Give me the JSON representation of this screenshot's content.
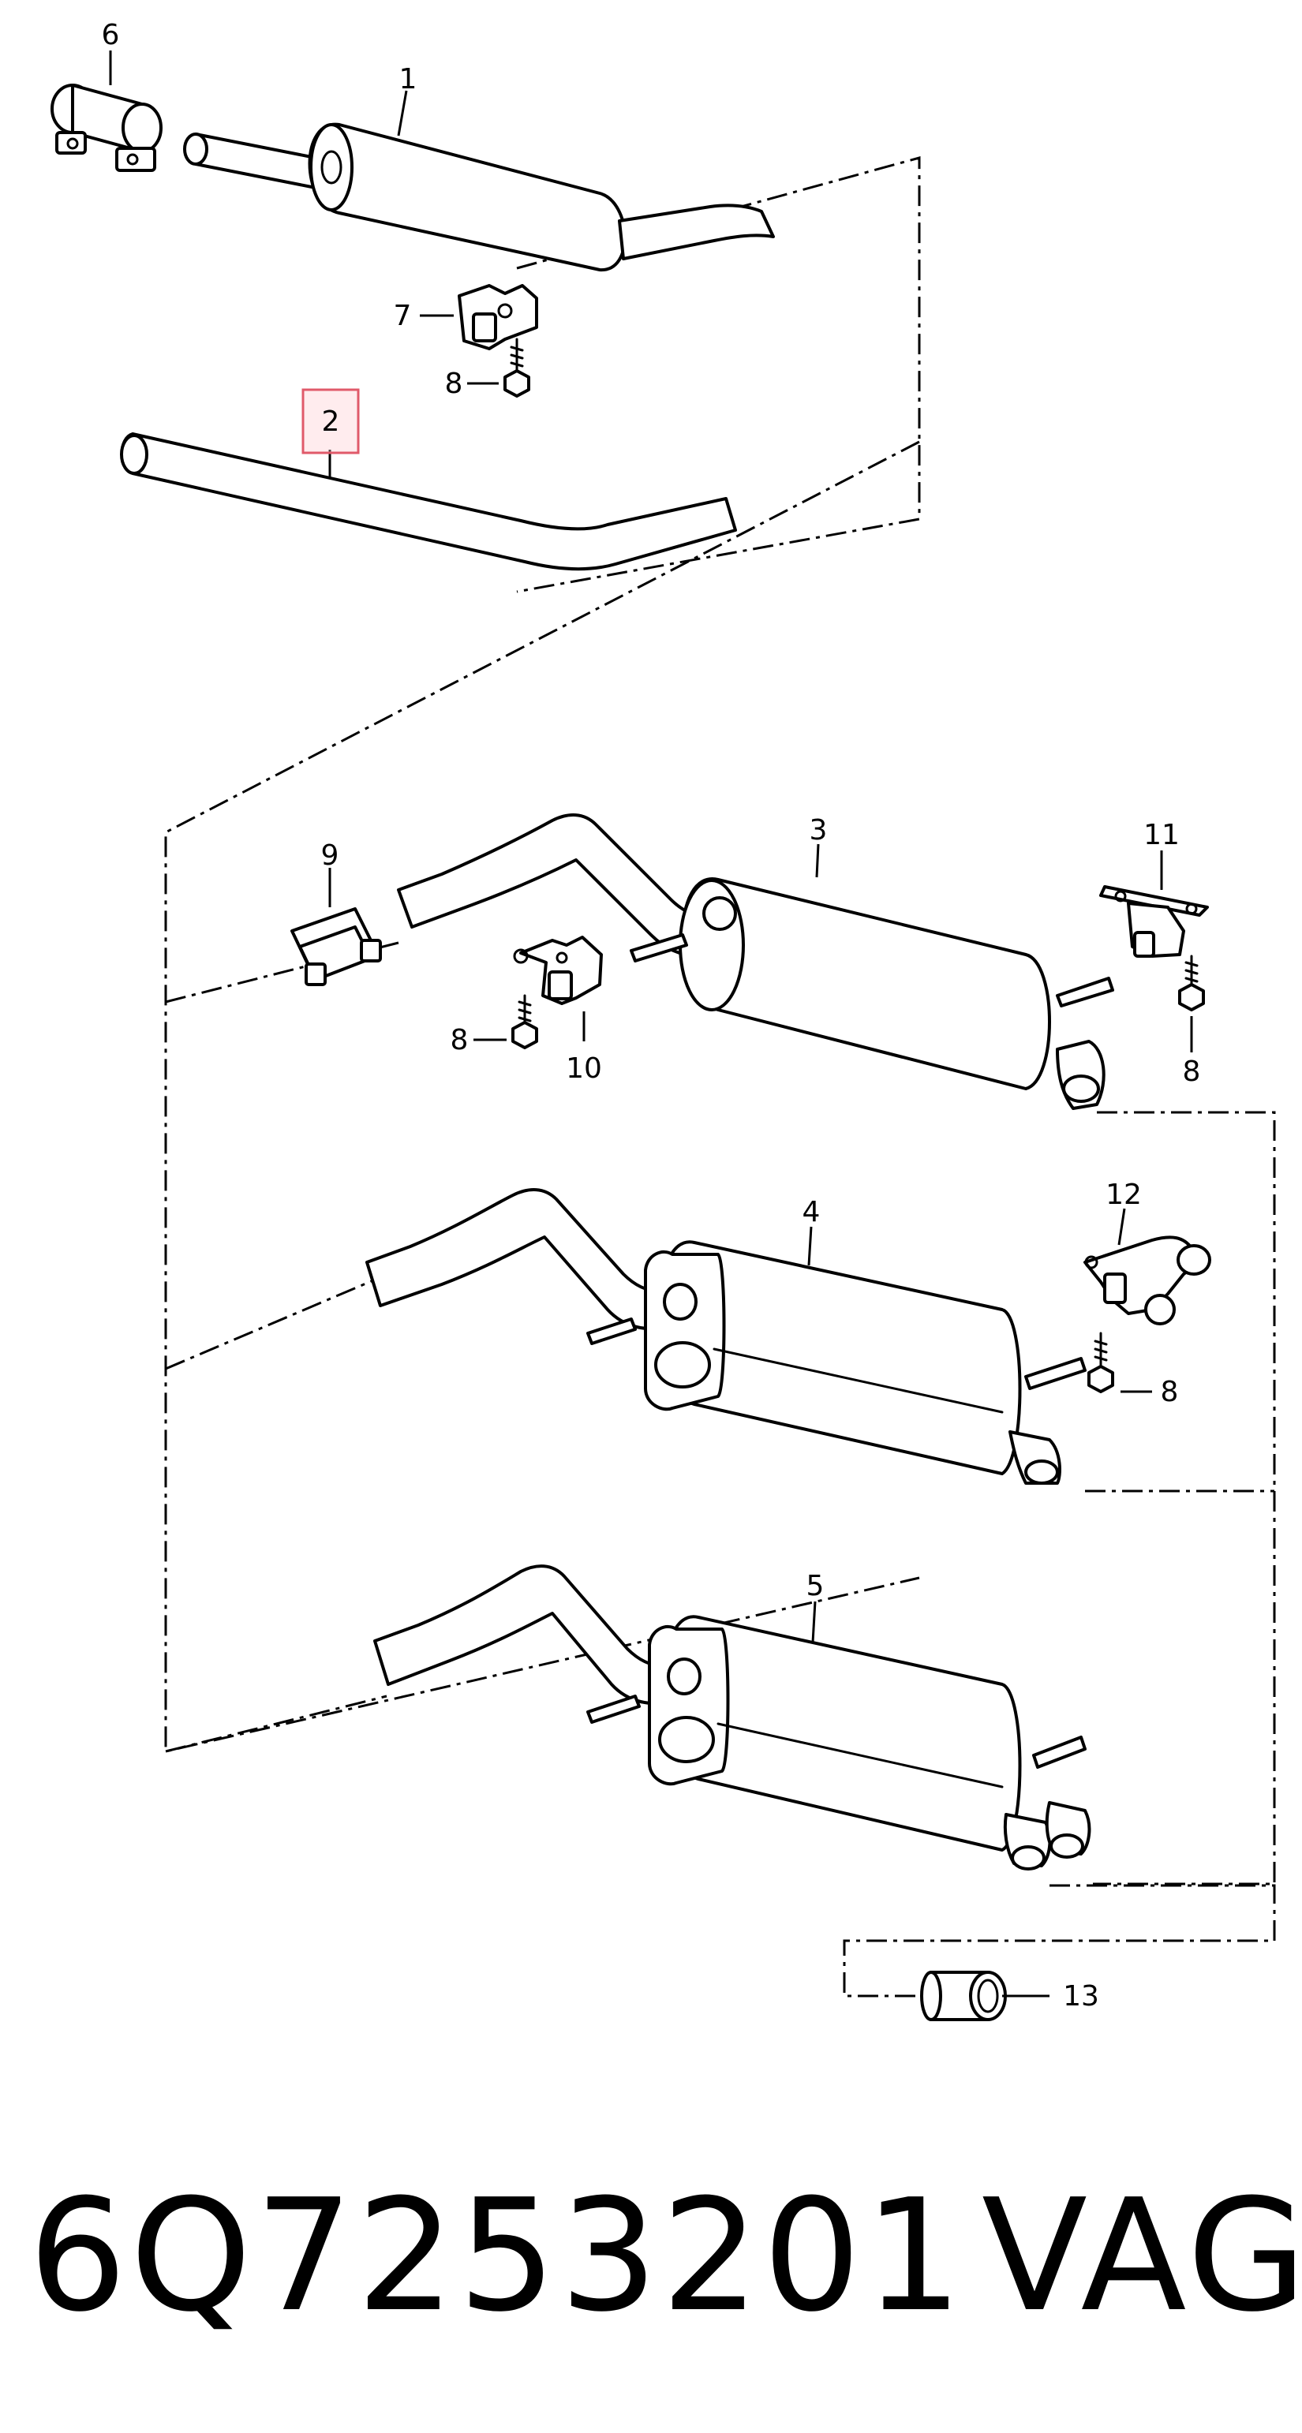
{
  "diagram": {
    "callouts": {
      "c1": "1",
      "c2": "2",
      "c3": "3",
      "c4": "4",
      "c5": "5",
      "c6": "6",
      "c7": "7",
      "c8a": "8",
      "c8b": "8",
      "c8c": "8",
      "c8d": "8",
      "c9": "9",
      "c10": "10",
      "c11": "11",
      "c12": "12",
      "c13": "13"
    },
    "highlighted_callout": "2"
  },
  "footer": {
    "part_number": "6Q7253201",
    "brand": "VAG"
  }
}
